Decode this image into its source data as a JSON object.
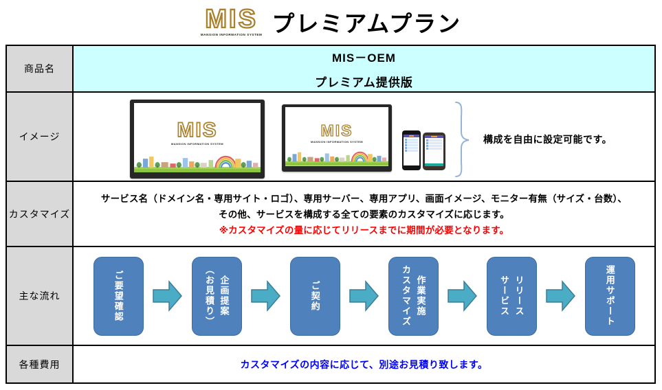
{
  "page": {
    "title": "プレミアムプラン"
  },
  "logo": {
    "text": "MIS",
    "subtext": "MANSION INFORMATION SYSTEM"
  },
  "product": {
    "label": "商品名",
    "name_line1": "MIS－OEM",
    "name_line2": "プレミアム提供版"
  },
  "image_row": {
    "label": "イメージ",
    "caption": "構成を自由に設定可能です。"
  },
  "customize": {
    "label": "カスタマイズ",
    "line1": "サービス名（ドメイン名・専用サイト・ロゴ）、専用サーバー、専用アプリ、画面イメージ、モニター有無（サイズ・台数）、",
    "line2": "その他、サービスを構成する全ての要素のカスタマイズに応じます。",
    "note": "※カスタマイズの量に応じてリリースまでに期間が必要となります。"
  },
  "flow": {
    "label": "主な流れ",
    "steps": [
      "ご要望確認",
      "企画提案\n（お見積り）",
      "ご契約",
      "作業実施\nカスタマイズ",
      "リリース\nサービス",
      "運用サポート"
    ]
  },
  "costs": {
    "label": "各種費用",
    "text": "カスタマイズの内容に応じて、別途お見積り致します。"
  },
  "colors": {
    "flow_box_blue": "#4f81bd",
    "arrow_teal": "#4bacc6",
    "label_gray": "#d9d9d9",
    "product_cyan": "#ccffff",
    "note_red": "#ff0000",
    "cost_blue": "#0000ff",
    "logo_gold": "#b5872e"
  }
}
